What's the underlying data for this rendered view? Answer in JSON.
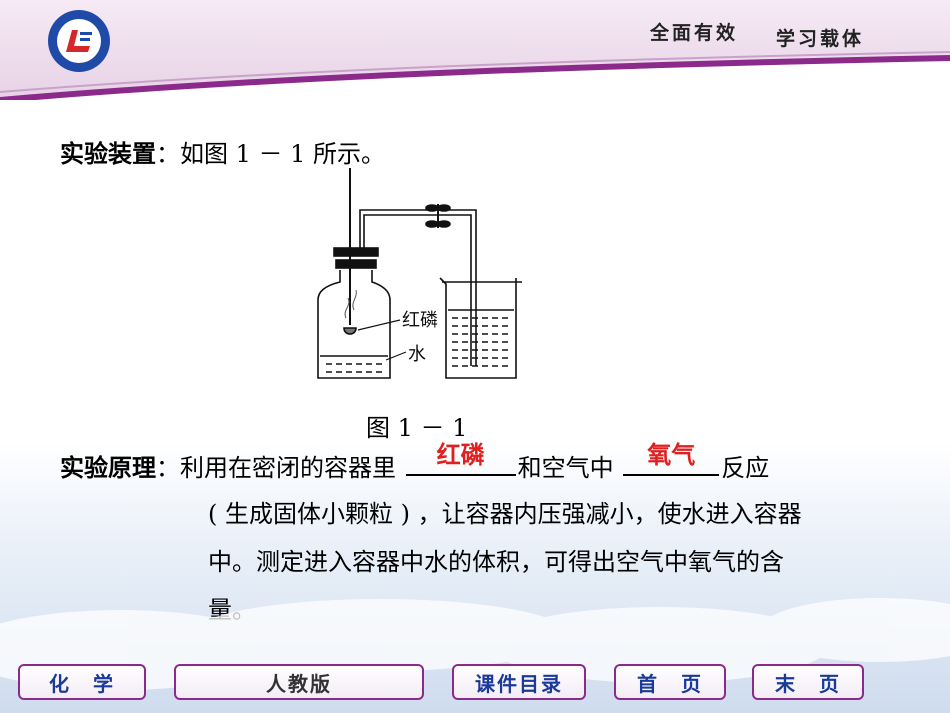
{
  "header": {
    "slogan_left": "全面有效",
    "slogan_right": "学习载体"
  },
  "content": {
    "apparatus": {
      "label": "实验装置",
      "colon": "：",
      "text": "如图 1 － 1 所示。"
    },
    "figure": {
      "label_phosphorus": "红磷",
      "label_water": "水",
      "caption": "图 1 － 1"
    },
    "principle": {
      "label": "实验原理",
      "colon": "：",
      "text1": "利用在密闭的容器里",
      "blank1_answer": "红磷",
      "text2": "和空气中",
      "blank2_answer": "氧气",
      "text3": "反应",
      "line2": "( 生成固体小颗粒 ) ，让容器内压强减小，使水进入容器",
      "line3": "中。测定进入容器中水的体积，可得出空气中氧气的含",
      "line4": "量。"
    }
  },
  "nav": {
    "subject": "化　学",
    "edition": "人教版",
    "catalog": "课件目录",
    "first_page": "首　页",
    "last_page": "末　页"
  },
  "colors": {
    "accent_purple": "#8c2a8c",
    "nav_text": "#1a3a9a",
    "answer_red": "#e02020"
  }
}
